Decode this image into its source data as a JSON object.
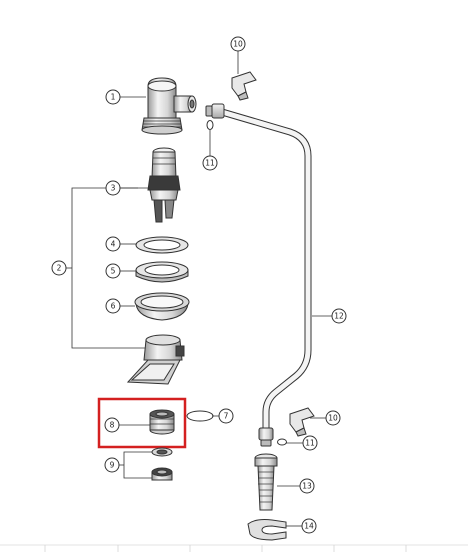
{
  "callouts": {
    "c1": "1",
    "c2": "2",
    "c3": "3",
    "c4": "4",
    "c5": "5",
    "c6": "6",
    "c7": "7",
    "c8": "8",
    "c9": "9",
    "c10a": "10",
    "c10b": "10",
    "c11a": "11",
    "c11b": "11",
    "c12": "12",
    "c13": "13",
    "c14": "14"
  },
  "highlight": {
    "color": "#d42020",
    "part": "8"
  },
  "colors": {
    "line": "#333333",
    "fill_light": "#f2f2f2",
    "fill_mid": "#d0d0d0",
    "fill_dark": "#9a9a9a"
  }
}
